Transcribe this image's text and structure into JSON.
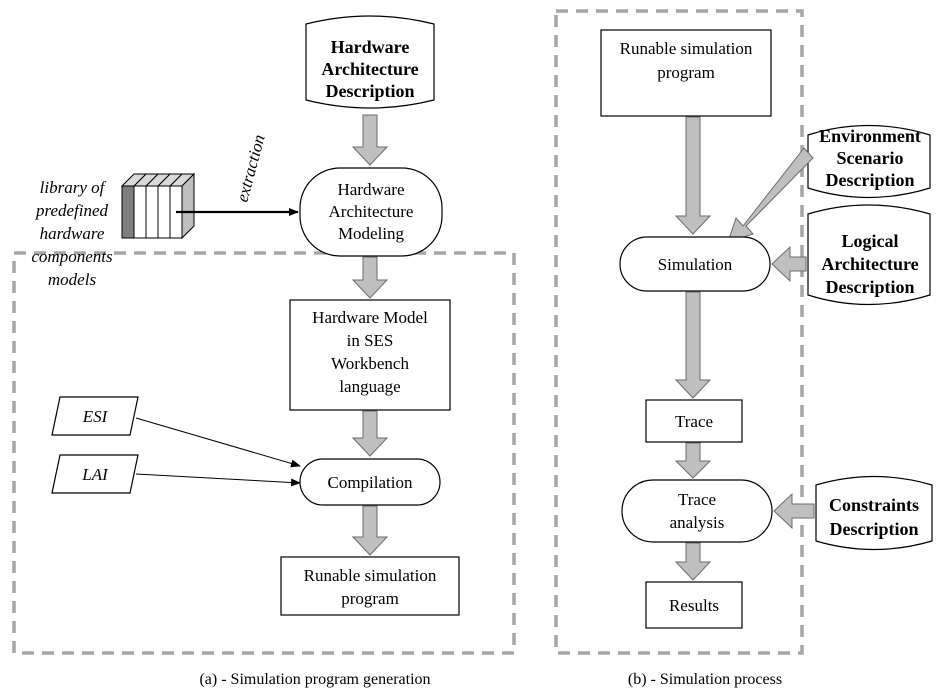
{
  "panel_a": {
    "caption": "(a) - Simulation program generation",
    "hw_arch_desc": [
      "Hardware",
      "Architecture",
      "Description"
    ],
    "library_label": [
      "library of",
      "predefined",
      "hardware",
      "components",
      "models"
    ],
    "extraction_label": "extraction",
    "hw_arch_modeling": [
      "Hardware",
      "Architecture",
      "Modeling"
    ],
    "hw_model": [
      "Hardware Model",
      "in SES",
      "Workbench",
      "language"
    ],
    "esi": "ESI",
    "lai": "LAI",
    "compilation": "Compilation",
    "runable": [
      "Runable simulation",
      "program"
    ]
  },
  "panel_b": {
    "caption": "(b) - Simulation process",
    "runable": [
      "Runable simulation",
      "program"
    ],
    "env_scenario": [
      "Environment",
      "Scenario",
      "Description"
    ],
    "simulation": "Simulation",
    "logical_arch": [
      "Logical",
      "Architecture",
      "Description"
    ],
    "trace": "Trace",
    "trace_analysis": [
      "Trace",
      "analysis"
    ],
    "constraints": [
      "Constraints",
      "Description"
    ],
    "results": "Results"
  },
  "colors": {
    "arrow_fill": "#bfbfbf",
    "dashed_border": "#a6a6a6"
  }
}
